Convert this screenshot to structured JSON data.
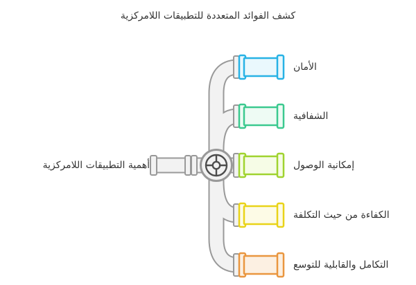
{
  "title": "كشف الفوائد المتعددة للتطبيقات اللامركزية",
  "root": {
    "label": "أهمية التطبيقات اللامركزية"
  },
  "branches": [
    {
      "label": "الأمان",
      "stroke": "#27b2e5",
      "fill": "#eaf8fd"
    },
    {
      "label": "الشفافية",
      "stroke": "#3bc98f",
      "fill": "#eefbf4"
    },
    {
      "label": "إمكانية الوصول",
      "stroke": "#a0d32f",
      "fill": "#f6fce6"
    },
    {
      "label": "الكفاءة من حيث التكلفة",
      "stroke": "#e9d318",
      "fill": "#fdfbe6"
    },
    {
      "label": "التكامل والقابلية للتوسع",
      "stroke": "#e9963f",
      "fill": "#fcf0e2"
    }
  ],
  "pipe": {
    "fill": "#f2f2f2",
    "outline": "#999999",
    "valve_wheel": "#4d4d4d"
  },
  "text_color": "#333333"
}
